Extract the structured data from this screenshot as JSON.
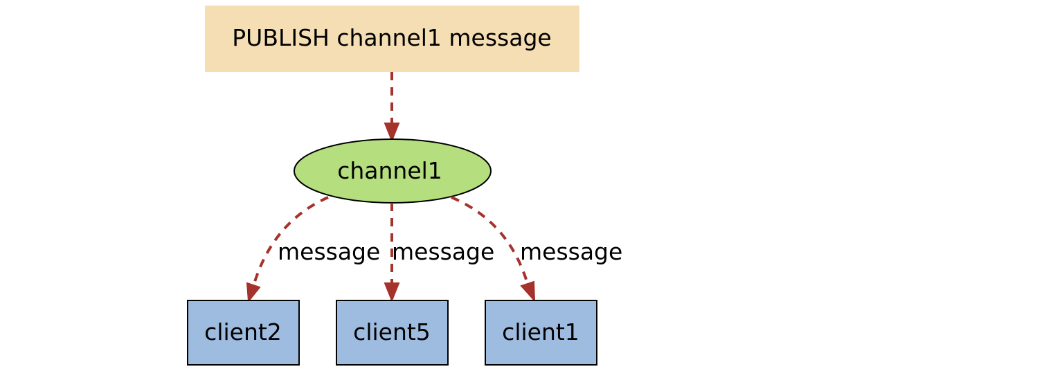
{
  "colors": {
    "publish_fill": "#f5deb3",
    "channel_fill": "#b5de7e",
    "client_fill": "#9ebbe0",
    "edge": "#a5322b",
    "stroke": "#000000"
  },
  "nodes": {
    "publish": "PUBLISH channel1 message",
    "channel": "channel1",
    "clients": [
      "client2",
      "client5",
      "client1"
    ]
  },
  "edges": {
    "labels": [
      "message",
      "message",
      "message"
    ]
  }
}
